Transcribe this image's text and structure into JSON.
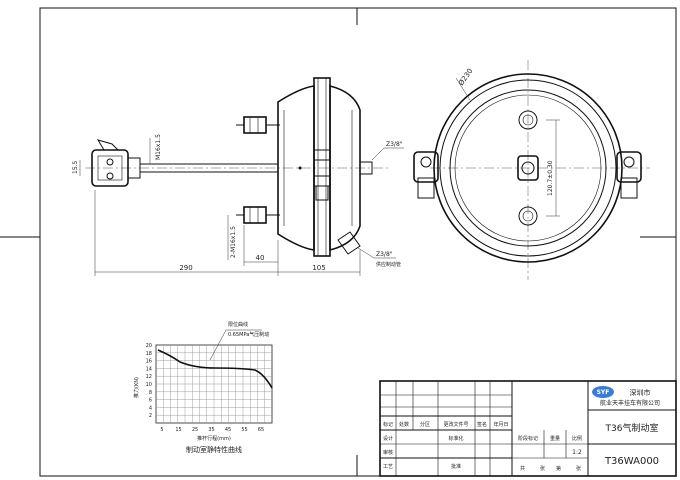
{
  "drawing": {
    "front_view": {
      "dims": {
        "d290": "290",
        "d40": "40",
        "d105": "105",
        "d15_5": "15.5",
        "m16": "M16x1.5",
        "m16b": "2-M16x1.5"
      },
      "ports": {
        "p1": "Z3/8\"",
        "p2": "Z3/8\"",
        "port_note": "供应制动管"
      }
    },
    "side_view": {
      "dims": {
        "dia": "Ø230",
        "span": "120.7±0.30"
      }
    },
    "curve": {
      "legend_title": "限位曲线",
      "legend_value": "0.65MPa气压制动",
      "y_axis_label": "推力(KN)",
      "x_axis_label": "推杆行程(mm)",
      "caption": "制动室静特性曲线",
      "x_ticks": [
        "5",
        "15",
        "25",
        "35",
        "45",
        "55",
        "65"
      ],
      "y_ticks": [
        "20",
        "18",
        "16",
        "14",
        "12",
        "10",
        "8",
        "6",
        "4",
        "2"
      ]
    },
    "title_block": {
      "logo": "SYF",
      "company_1": "深圳市",
      "company_2": "航业天丰挂车有限公司",
      "row_labels": [
        "标记",
        "处数",
        "分区",
        "更改文件号",
        "签名",
        "年月日"
      ],
      "row2": [
        "设计",
        "标准化"
      ],
      "row3": [
        "审核"
      ],
      "row4": [
        "工艺",
        "批准"
      ],
      "mid": [
        "阶段标记",
        "重量",
        "比例"
      ],
      "scale": "1:2",
      "footer": [
        "共",
        "张",
        "第",
        "张"
      ],
      "part_name": "T36气制动室",
      "part_no": "T36WA000"
    }
  }
}
